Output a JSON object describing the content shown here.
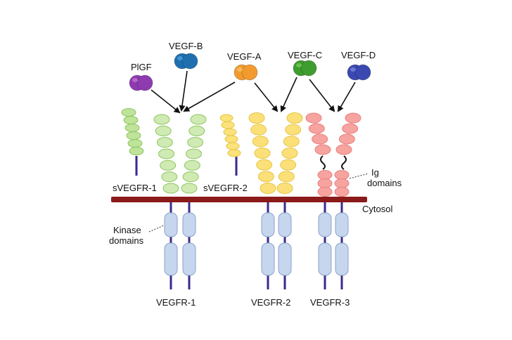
{
  "ligands": [
    {
      "id": "pigf",
      "label": "PlGF",
      "color": "#8e3bb0",
      "highlight": "#c27ad8"
    },
    {
      "id": "vegfb",
      "label": "VEGF-B",
      "color": "#1f6fb0",
      "highlight": "#4ea3e0"
    },
    {
      "id": "vegfa",
      "label": "VEGF-A",
      "color": "#f29a2e",
      "highlight": "#ffc36a"
    },
    {
      "id": "vegfc",
      "label": "VEGF-C",
      "color": "#3f9c2f",
      "highlight": "#79cc5a"
    },
    {
      "id": "vegfd",
      "label": "VEGF-D",
      "color": "#3a48b0",
      "highlight": "#7d87e0"
    }
  ],
  "soluble_receptors": [
    {
      "id": "svegfr1",
      "label": "sVEGFR-1",
      "color": "#bfe39a",
      "stroke": "#8cc65e"
    },
    {
      "id": "svegfr2",
      "label": "sVEGFR-2",
      "color": "#fbe27a",
      "stroke": "#e6c440"
    }
  ],
  "receptors": [
    {
      "id": "vegfr1",
      "label": "VEGFR-1",
      "color": "#cfeab3",
      "stroke": "#8cc65e"
    },
    {
      "id": "vegfr2",
      "label": "VEGFR-2",
      "color": "#fbe07a",
      "stroke": "#e6c440"
    },
    {
      "id": "vegfr3",
      "label": "VEGFR-3",
      "color": "#f7a3a0",
      "stroke": "#e8807c"
    }
  ],
  "annotations": {
    "ig_domains": "Ig\ndomains",
    "cytosol": "Cytosol",
    "kinase_domains": "Kinase\ndomains"
  },
  "colors": {
    "membrane": "#8b1a1a",
    "stalk": "#3a2a8c",
    "kinase_fill": "#c6d6ee",
    "kinase_stroke": "#8aa2c8",
    "arrow": "#111111"
  },
  "binding": [
    {
      "from": "pigf",
      "to": "vegfr1"
    },
    {
      "from": "vegfb",
      "to": "vegfr1"
    },
    {
      "from": "vegfa",
      "to": "vegfr1"
    },
    {
      "from": "vegfa",
      "to": "vegfr2"
    },
    {
      "from": "vegfc",
      "to": "vegfr2"
    },
    {
      "from": "vegfc",
      "to": "vegfr3"
    },
    {
      "from": "vegfd",
      "to": "vegfr3"
    }
  ]
}
